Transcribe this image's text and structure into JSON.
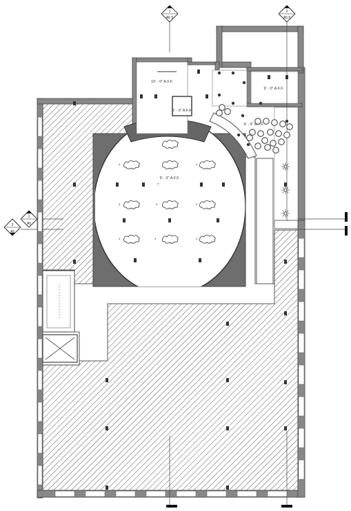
{
  "drawing": {
    "section_markers": [
      {
        "id": "marker-top-1",
        "number": "1",
        "sheet": "A5.5"
      },
      {
        "id": "marker-top-2",
        "number": "2",
        "sheet": "A5.5"
      },
      {
        "id": "marker-left-1",
        "number": "1",
        "sheet": "A5"
      },
      {
        "id": "marker-left-3",
        "number": "3",
        "sheet": "A5"
      }
    ],
    "ceiling_heights": [
      {
        "id": "height-room-a",
        "text": "10' - 0\" A.F.F."
      },
      {
        "id": "height-room-b",
        "text": "9' - 0\" A.F.F."
      },
      {
        "id": "height-room-c",
        "text": "9' - 0\" A.F.F."
      },
      {
        "id": "height-corridor",
        "text": "9' - 9\" A.F.F."
      },
      {
        "id": "height-oval",
        "text": "9' - 9\" A.F.F."
      }
    ]
  }
}
